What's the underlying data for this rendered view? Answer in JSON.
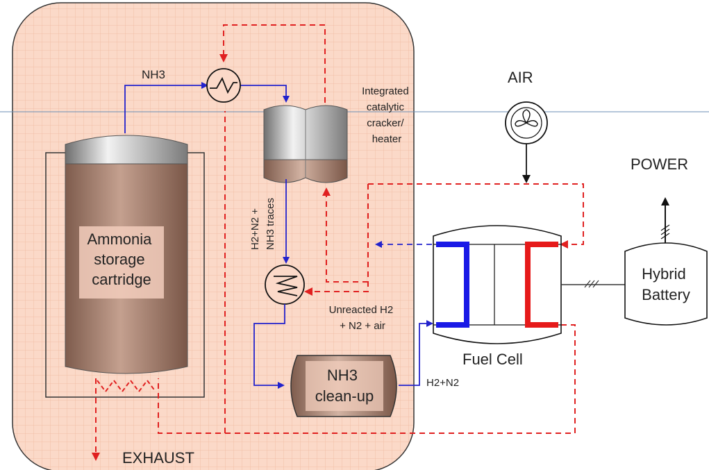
{
  "labels": {
    "nh3_feed": "NH3",
    "cracker": [
      "Integrated",
      "catalytic",
      "cracker/",
      "heater"
    ],
    "air": "AIR",
    "power": "POWER",
    "storage": [
      "Ammonia",
      "storage",
      "cartridge"
    ],
    "traces": [
      "H2+N2 +",
      "NH3 traces"
    ],
    "unreacted": [
      "Unreacted H2",
      "+ N2 + air"
    ],
    "cleanup": [
      "NH3",
      "clean-up"
    ],
    "h2n2": "H2+N2",
    "fuel_cell": "Fuel Cell",
    "battery": [
      "Hybrid",
      "Battery"
    ],
    "exhaust": "EXHAUST"
  },
  "colors": {
    "process_flow": "#2222cc",
    "heat_flow": "#e02020",
    "enclosure_fill": "#fbd9c8",
    "tank_fill": "#b08b79",
    "anode": "#1a1ae6",
    "cathode": "#e61a1a"
  }
}
